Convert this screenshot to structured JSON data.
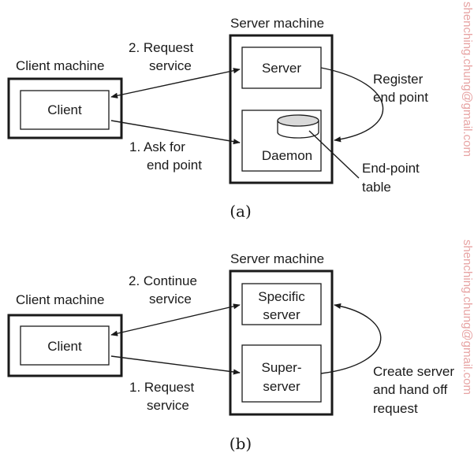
{
  "diagram_a": {
    "caption": "(a)",
    "client_machine_label": "Client machine",
    "client_label": "Client",
    "server_machine_label": "Server machine",
    "server_label": "Server",
    "daemon_label": "Daemon",
    "request_service_line1": "2. Request",
    "request_service_line2": "service",
    "ask_end_point_line1": "1. Ask for",
    "ask_end_point_line2": "end point",
    "register_line1": "Register",
    "register_line2": "end point",
    "table_line1": "End-point",
    "table_line2": "table"
  },
  "diagram_b": {
    "caption": "(b)",
    "client_machine_label": "Client machine",
    "client_label": "Client",
    "server_machine_label": "Server machine",
    "specific_server_line1": "Specific",
    "specific_server_line2": "server",
    "super_server_line1": "Super-",
    "super_server_line2": "server",
    "continue_line1": "2. Continue",
    "continue_line2": "service",
    "request_line1": "1. Request",
    "request_line2": "service",
    "create_line1": "Create server",
    "create_line2": "and hand off",
    "create_line3": "request"
  },
  "watermark": {
    "text": "shenching.chung@gmail.com",
    "color": "#e7a3a3"
  }
}
